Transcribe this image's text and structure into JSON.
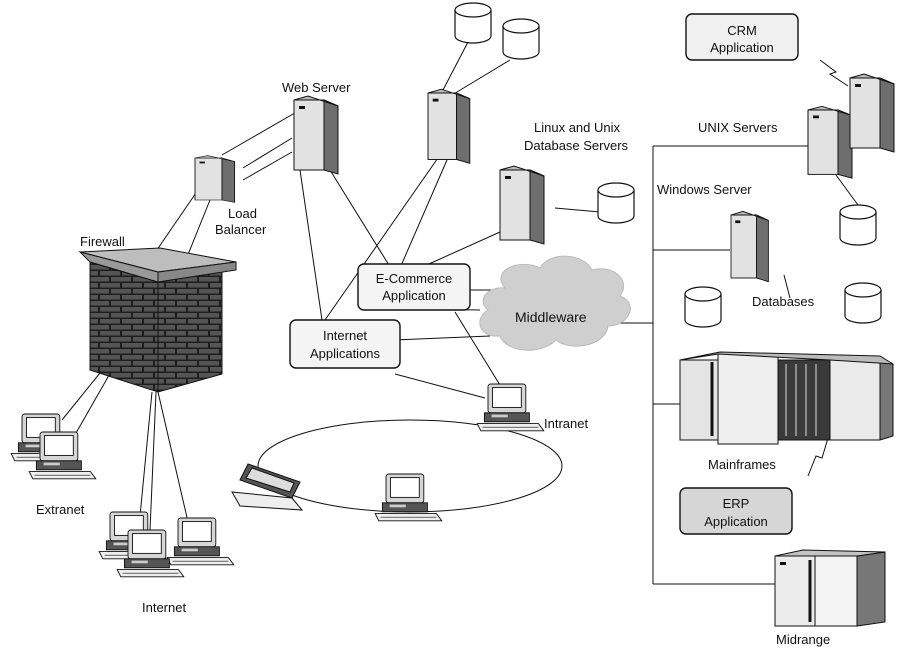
{
  "labels": {
    "firewall": "Firewall",
    "load_balancer_1": "Load",
    "load_balancer_2": "Balancer",
    "web_server": "Web Server",
    "linux_unix_1": "Linux and Unix",
    "linux_unix_2": "Database Servers",
    "unix_servers": "UNIX Servers",
    "windows_server": "Windows Server",
    "databases": "Databases",
    "mainframes": "Mainframes",
    "midrange": "Midrange",
    "extranet": "Extranet",
    "internet": "Internet",
    "intranet": "Intranet",
    "middleware": "Middleware"
  },
  "boxes": {
    "crm_1": "CRM",
    "crm_2": "Application",
    "ecommerce_1": "E-Commerce",
    "ecommerce_2": "Application",
    "internet_apps_1": "Internet",
    "internet_apps_2": "Applications",
    "erp_1": "ERP",
    "erp_2": "Application"
  },
  "colors": {
    "ink": "#111111",
    "server_light": "#d9d9d9",
    "server_dark": "#7a7a7a",
    "box_fill": "#f0f0f0",
    "box_fill_dark": "#d0d0d0",
    "cloud": "#cfcfcf",
    "brick": "#2b2b2b"
  }
}
